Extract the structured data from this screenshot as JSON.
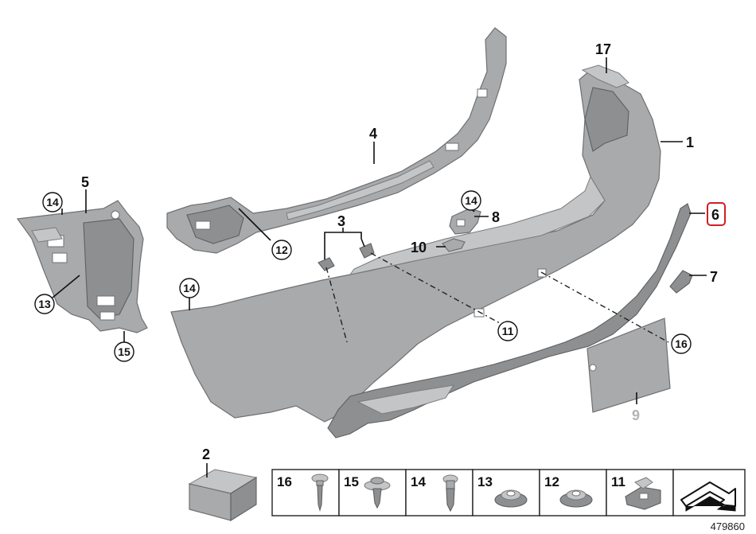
{
  "callouts": {
    "c1": "1",
    "c2": "2",
    "c3": "3",
    "c4": "4",
    "c5": "5",
    "c6": "6",
    "c7": "7",
    "c8": "8",
    "c9": "9",
    "c10": "10",
    "c14a": "14",
    "c14b": "14",
    "c14c": "14",
    "c13": "13",
    "c12": "12",
    "c15": "15",
    "c11": "11",
    "c16": "16",
    "c17": "17"
  },
  "tray": {
    "items": [
      {
        "label": "16",
        "part": "screw"
      },
      {
        "label": "15",
        "part": "expanding-rivet"
      },
      {
        "label": "14",
        "part": "torx-screw"
      },
      {
        "label": "13",
        "part": "speed-nut"
      },
      {
        "label": "12",
        "part": "speed-nut"
      },
      {
        "label": "11",
        "part": "spring-nut"
      }
    ],
    "nav_icon": "arrow-icon"
  },
  "diagram_number": "479860",
  "colors": {
    "part_fill": "#a9aaac",
    "highlight_box": "#d11f24",
    "greyed_label": "#b4b4b4"
  }
}
